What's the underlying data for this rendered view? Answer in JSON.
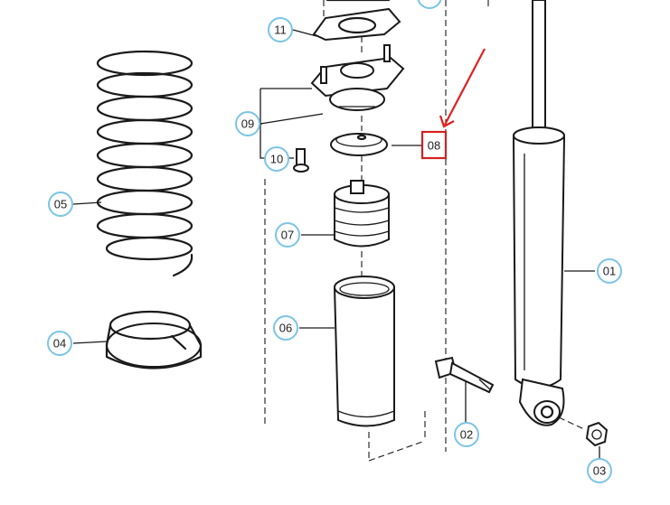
{
  "diagram": {
    "callouts": [
      {
        "id": "c01",
        "label": "01"
      },
      {
        "id": "c02",
        "label": "02"
      },
      {
        "id": "c03",
        "label": "03"
      },
      {
        "id": "c04",
        "label": "04"
      },
      {
        "id": "c05",
        "label": "05"
      },
      {
        "id": "c06",
        "label": "06"
      },
      {
        "id": "c07",
        "label": "07"
      },
      {
        "id": "c08",
        "label": "08"
      },
      {
        "id": "c09",
        "label": "09"
      },
      {
        "id": "c10",
        "label": "10"
      },
      {
        "id": "c11",
        "label": "11"
      }
    ],
    "highlighted_callout": "08",
    "colors": {
      "callout_ring": "#7cc4e6",
      "highlight": "#d42020",
      "arrow": "#e02020",
      "line_art": "#1a1a1a"
    }
  }
}
